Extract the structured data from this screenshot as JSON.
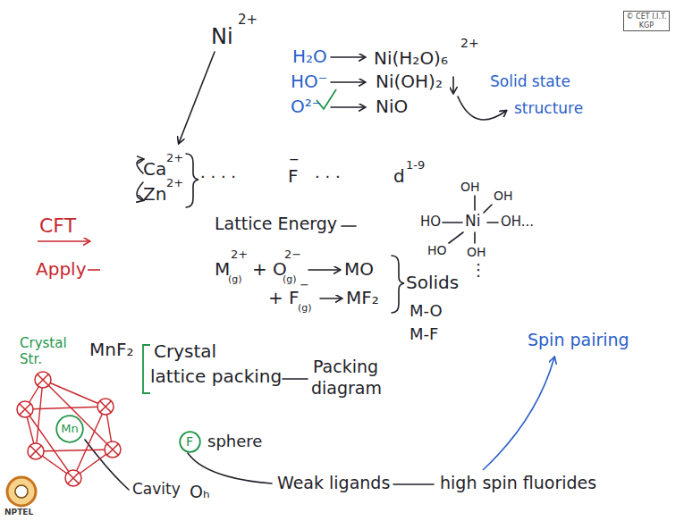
{
  "diagram": {
    "nodes": [
      {
        "text": [
          "© CET I.I.T. KGP"
        ]
      },
      {
        "text": [
          "Mn"
        ]
      },
      {
        "text": [
          "F"
        ]
      }
    ],
    "labels": [
      "Ni",
      "2+",
      "H₂O",
      "HO⁻",
      "O²⁻",
      "Ni(H₂O)₆",
      "2+",
      "Ni(OH)₂",
      "NiO",
      "Solid state",
      "structure",
      "Ca",
      "2+",
      "Zn",
      "2+",
      "· · · ·",
      "F",
      "−",
      "· · ·",
      "d",
      "1-9",
      "OH",
      "OH",
      "HO",
      "Ni",
      "OH...",
      "HO",
      "OH",
      "⋮",
      "CFT",
      "Apply",
      "Lattice Energy",
      "M",
      "2+",
      "(g)",
      "+ O",
      "2−",
      "(g)",
      "MO",
      "+ F",
      "−",
      "(g)",
      "MF₂",
      "Solids",
      "M-O",
      "M-F",
      "Crystal",
      "Str.",
      "MnF₂",
      "Crystal",
      "lattice packing",
      "Packing",
      "diagram",
      "Spin pairing",
      "sphere",
      "Cavity",
      "Oₕ",
      "Weak ligands",
      "high spin fluorides",
      "NPTEL"
    ]
  }
}
